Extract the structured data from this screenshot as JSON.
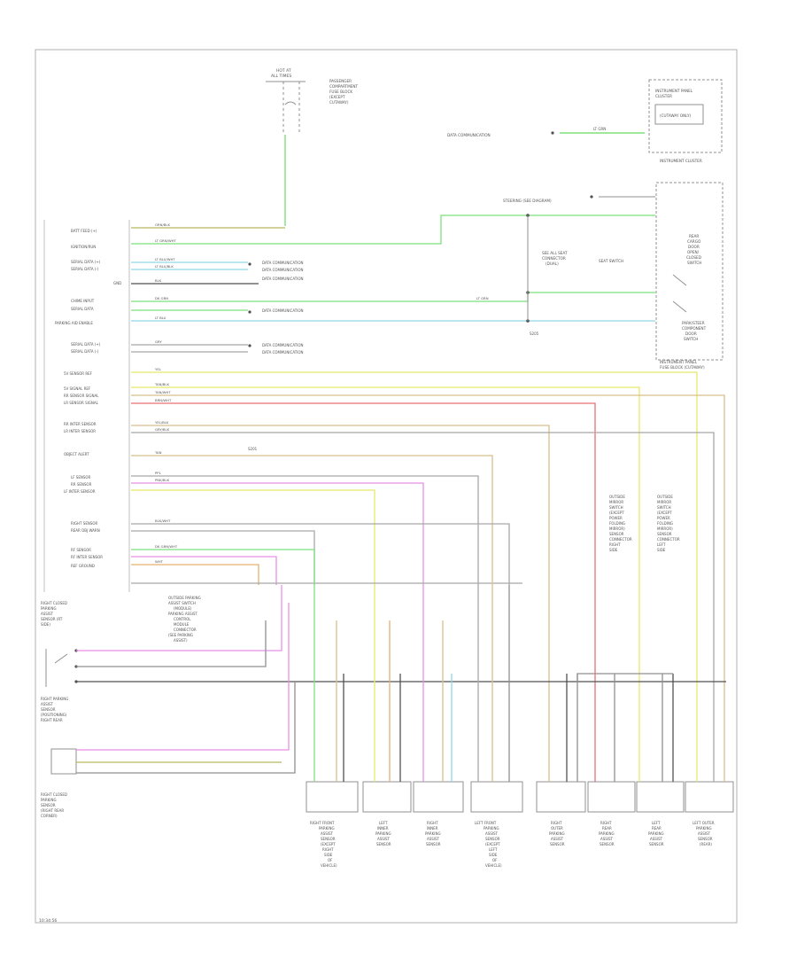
{
  "title_block": {
    "fuse_top": [
      "HOT AT",
      "ALL TIMES"
    ],
    "fuse_note": [
      "PASSENGER",
      "COMPARTMENT",
      "FUSE BLOCK",
      "(EXCEPT",
      "CUTAWAY)"
    ],
    "ic_box": [
      "INSTRUMENT PANEL",
      "CLUSTER",
      "(CUTAWAY ONLY)"
    ],
    "ic_label": "INSTRUMENT CLUSTER",
    "ic_ref": "DATA COMMUNICATION",
    "ic_wire": "LT GRN",
    "ic_ref2": "STEERING (SEE DIAGRAM)",
    "right_box": [
      "REAR",
      "CARGO",
      "DOOR",
      "OPEN/",
      "CLOSED",
      "SWITCH"
    ],
    "right_box2": [
      "PARK/STEER",
      "COMPONENT",
      "DOOR",
      "SWITCH"
    ],
    "right_bottom": "INSTRUMENT PANEL",
    "right_bottom2": "FUSE BLOCK (CUTAWAY)",
    "center_note": [
      "SEE ALL SEAT",
      "CONNECTOR",
      "(DUAL)"
    ],
    "center_note2": "SEAT SWITCH",
    "splice_label": "S205",
    "splice_label2": "S201"
  },
  "module_pins": [
    "BATT FEED (+)",
    "IGNITION/RUN",
    "SERIAL DATA (+)",
    "SERIAL DATA (-)",
    "GND",
    "CHIME INPUT",
    "SERIAL DATA",
    "PARKING AID ENABLE",
    "SERIAL DATA (+)",
    "SERIAL DATA (-)",
    "5V SENSOR REF",
    "5V SIGNAL REF",
    "RR SENSOR SIGNAL",
    "LR SENSOR SIGNAL",
    "RR INTER SENSOR",
    "LR INTER SENSOR",
    "OBJECT ALERT",
    "LF SENSOR",
    "RR SENSOR",
    "LF INTER SENSOR",
    "RIGHT SENSOR",
    "REAR OBJ WARN",
    "RF SENSOR",
    "RF INTER SENSOR",
    "REF GROUND"
  ],
  "wire_labels": [
    "ORN/BLK",
    "LT GRN/WHT",
    "LT BLU/WHT",
    "LT BLU/BLK",
    "BLK",
    "DK GRN",
    "LT BLU",
    "LT GRN",
    "GRY",
    "YEL",
    "TAN/BLK",
    "TAN/WHT",
    "BRN/WHT",
    "YEL/BLK",
    "GRY/BLK",
    "BLK/WHT",
    "PPL",
    "PNK/BLK",
    "DK GRN/WHT",
    "TAN",
    "WHT"
  ],
  "ref_notes": [
    "DATA COMMUNICATION",
    "DATA COMMUNICATION",
    "DATA COMMUNICATION",
    "DATA COMMUNICATION",
    "DATA COMMUNICATION",
    "DATA COMMUNICATION"
  ],
  "left_components": [
    [
      "RIGHT CLOSED",
      "PARKING",
      "ASSIST",
      "SENSOR (RT",
      "SIDE)"
    ],
    [
      "RIGHT PARKING",
      "ASSIST",
      "SENSOR",
      "(POSITIONING)",
      "RIGHT REAR"
    ],
    [
      "RIGHT CLOSED",
      "PARKING",
      "SENSOR",
      "(RIGHT REAR",
      "CORNER)"
    ]
  ],
  "bottom_sensors": [
    [
      "RIGHT FRONT",
      "PARKING",
      "ASSIST",
      "SENSOR",
      "(EXCEPT",
      "RIGHT",
      "SIDE",
      "OF",
      "VEHICLE)"
    ],
    [
      "LEFT",
      "INNER",
      "PARKING",
      "ASSIST",
      "SENSOR"
    ],
    [
      "RIGHT",
      "INNER",
      "PARKING",
      "ASSIST",
      "SENSOR"
    ],
    [
      "LEFT FRONT",
      "PARKING",
      "ASSIST",
      "SENSOR",
      "(EXCEPT",
      "LEFT",
      "SIDE",
      "OF",
      "VEHICLE)"
    ],
    [
      "RIGHT",
      "OUTER",
      "PARKING",
      "ASSIST",
      "SENSOR"
    ],
    [
      "RIGHT",
      "REAR",
      "PARKING",
      "ASSIST",
      "SENSOR"
    ],
    [
      "LEFT",
      "REAR",
      "PARKING",
      "ASSIST",
      "SENSOR"
    ],
    [
      "LEFT OUTER",
      "PARKING",
      "ASSIST",
      "SENSOR",
      "(REAR)"
    ]
  ],
  "vertical_notes": [
    [
      "OUTSIDE",
      "MIRROR",
      "SWITCH",
      "(EXCEPT",
      "POWER",
      "FOLDING",
      "MIRROR)",
      "SENSOR",
      "CONNECTOR",
      "RIGHT",
      "SIDE"
    ],
    [
      "OUTSIDE",
      "MIRROR",
      "SWITCH",
      "(EXCEPT",
      "POWER",
      "FOLDING",
      "MIRROR)",
      "SENSOR",
      "CONNECTOR",
      "LEFT",
      "SIDE"
    ]
  ],
  "left_note": [
    "OUTSIDE PARKING",
    "ASSIST SWITCH",
    "(MODULE)",
    "PARKING ASSIST",
    "CONTROL",
    "MODULE",
    "CONNECTOR",
    "(SEE PARKING",
    "ASSIST)"
  ],
  "footer": "10:34:56",
  "colors": {
    "green": "#7ee07e",
    "yellow": "#e8e86a",
    "pink": "#e890e8",
    "cyan": "#8fd8e8",
    "tan": "#d8c08c",
    "grey": "#a8a8a8",
    "orange": "#e8b070",
    "red": "#e87070",
    "black": "#505050",
    "olive": "#b8b860"
  }
}
